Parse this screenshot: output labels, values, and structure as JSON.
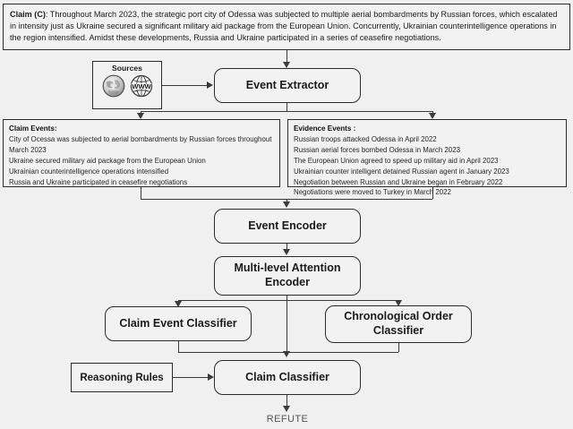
{
  "claim": {
    "label": "Claim (C)",
    "text": ": Throughout March 2023, the strategic port city of Odessa was subjected to multiple aerial bombardments by Russian forces, which escalated in intensity just as Ukraine secured a significant military aid package from the European Union. Concurrently, Ukrainian counterintelligence operations in the region intensified. Amidst these developments, Russia and Ukraine participated in a series of ceasefire negotiations."
  },
  "sources": {
    "title": "Sources",
    "icons": [
      "wikipedia-globe-icon",
      "www-globe-icon"
    ]
  },
  "claim_events": {
    "title": "Claim Events:",
    "items": [
      "City of Ocessa was subjected to aerial bombardments by Russian forces throughout March 2023",
      "Ukraine secured military aid package from the European Union",
      "Ukrainian counterintelligence operations intensified",
      "Russia and Ukraine participated in ceasefire negotiations"
    ]
  },
  "evidence_events": {
    "title": "Evidence Events :",
    "items": [
      "Russian troops attacked Odessa in April 2022",
      "Russian aerial forces bombed Odessa in March 2023",
      "The European Union agreed to speed up military aid in April 2023",
      "Ukrainian counter intelligent detained Russian agent in January 2023",
      "Negotiation between Russian and Ukraine began in February 2022",
      "Negotiations were moved to Turkey in March 2022"
    ]
  },
  "nodes": {
    "event_extractor": "Event Extractor",
    "event_encoder": "Event Encoder",
    "attention_encoder": "Multi-level Attention\nEncoder",
    "attention_encoder_line1": "Multi-level Attention",
    "attention_encoder_line2": "Encoder",
    "claim_event_classifier": "Claim Event Classifier",
    "chronological_order_classifier_line1": "Chronological Order",
    "chronological_order_classifier_line2": "Classifier",
    "claim_classifier": "Claim Classifier",
    "reasoning_rules": "Reasoning Rules"
  },
  "output": {
    "verdict": "REFUTE"
  },
  "colors": {
    "background": "#f0f0f0",
    "box_fill": "#f2f2f2",
    "box_border": "#2b2b2b",
    "connector": "#3a3a3a",
    "text": "#1a1a1a",
    "verdict_text": "#555555"
  }
}
